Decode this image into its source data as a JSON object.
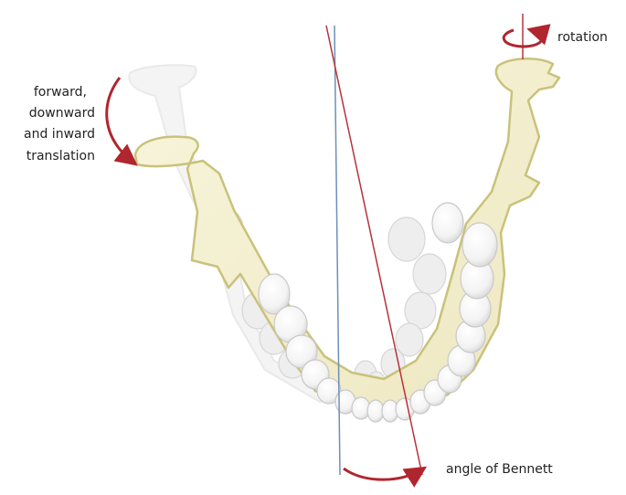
{
  "labels": {
    "rotation": "rotation",
    "translation": [
      "forward,",
      "downward",
      "and inward",
      "translation"
    ],
    "bennett": "angle of Bennett"
  },
  "colors": {
    "bone": "#f5f1d4",
    "bone_outline": "#c9c27a",
    "ghost_bone": "#e9e9e9",
    "tooth": "#ffffff",
    "tooth_outline": "#c8c8c8",
    "arrow": "#b0262f",
    "red_line": "#b8323a",
    "blue_line": "#6d8fb8"
  }
}
